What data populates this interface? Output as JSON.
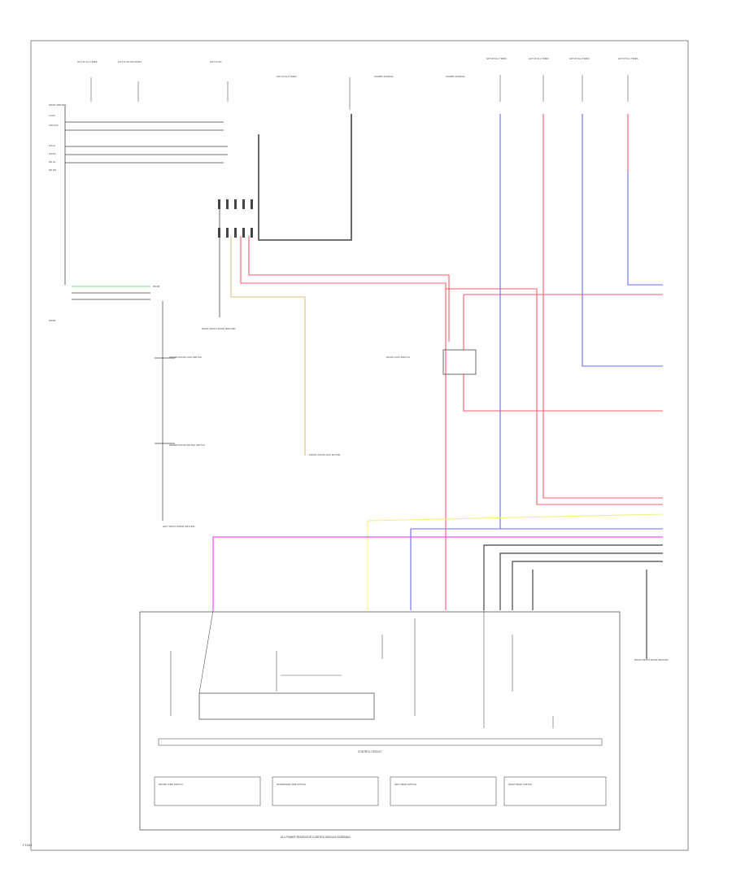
{
  "diagram": {
    "module_label": "ALL POWER SEAT/DOOR CONTROL MODULE ASSEMBLY",
    "control_circuit_label": "CONTROL CIRCUIT",
    "footer_code": "F1069",
    "fuse_labels": [
      "HOT AT ALL TIMES",
      "HOT IN ON OR START",
      "HOT IN ON",
      "HOT AT ALL TIMES",
      "HOT AT ALL TIMES",
      "HOT AT ALL TIMES",
      "HOT AT ALL TIMES"
    ],
    "left_labels": [
      "DOOR (DRIVER)",
      "LOCK",
      "UNLOCK",
      "FR LH",
      "FR RH",
      "RR LH",
      "RR RH"
    ],
    "ground_labels": [
      "LEFT FRONT DOOR GROUND",
      "RIGHT FRONT DOOR GROUND",
      "RIGHT FRONT DOOR GROUND"
    ],
    "switch_labels": [
      "DRIVER DOOR LOCK SWITCH",
      "DRIVER DOOR UNLOCK SWITCH",
      "FRONT DOOR LOCK MOTOR",
      "DOOR LOCK SWITCH"
    ],
    "bottom_switches": [
      "DRIVER SIDE SWITCH",
      "PASSENGER SIDE SWITCH",
      "LEFT REAR SWITCH",
      "RIGHT REAR SWITCH"
    ],
    "wire_colors": {
      "red": "#ff5a6a",
      "blue": "#6a6aff",
      "magenta": "#ff4df0",
      "yellow": "#f0f07a",
      "green": "#7ae07a",
      "black": "#333333",
      "tan": "#d6c27a"
    }
  }
}
